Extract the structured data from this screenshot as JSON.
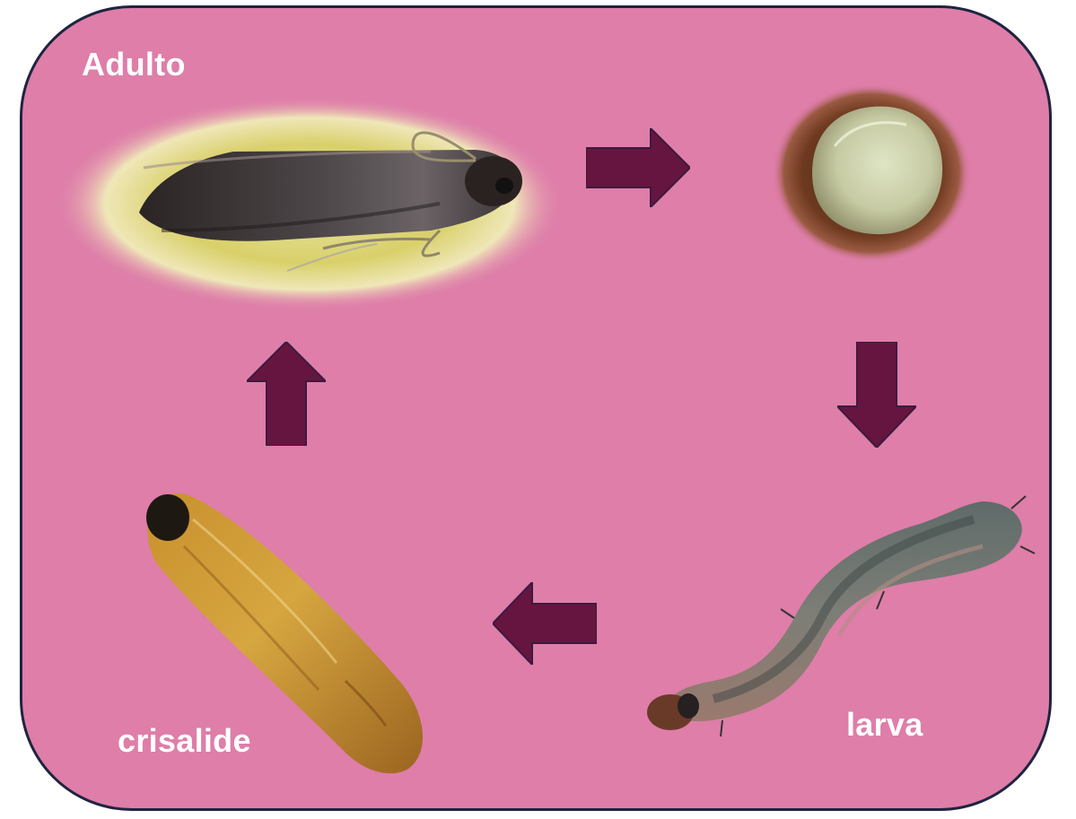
{
  "stages": {
    "adult": "Adulto",
    "larva": "larva",
    "pupa": "crisalide"
  },
  "colors": {
    "background": "#de7ea9",
    "border": "#1f2440",
    "arrow": "#661540",
    "label": "#ffffff"
  },
  "icons": {
    "adult": "moth-photo",
    "egg": "egg-photo",
    "larva": "caterpillar-photo",
    "pupa": "pupa-photo",
    "arrows": [
      "arrow-right-icon",
      "arrow-down-icon",
      "arrow-left-icon",
      "arrow-up-icon"
    ]
  }
}
